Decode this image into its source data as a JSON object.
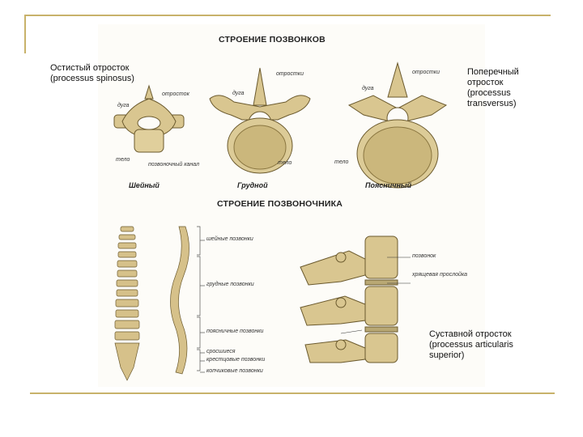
{
  "slide": {
    "label_spinous": "Остистый отросток\n(processus spinosus)",
    "label_transverse": "Поперечный\nотросток\n(processus\ntransversus)",
    "label_articular": "Суставной отросток\n(processus articularis\nsuperior)"
  },
  "illustration": {
    "title_vertebrae": "СТРОЕНИЕ ПОЗВОНКОВ",
    "title_spine": "СТРОЕНИЕ ПОЗВОНОЧНИКА",
    "cervical": {
      "process": "отросток",
      "arch": "дуга",
      "body": "тело",
      "canal": "позвоночный канал",
      "caption": "Шейный"
    },
    "thoracic": {
      "processes": "отростки",
      "arch": "дуга",
      "body": "тело",
      "caption": "Грудной"
    },
    "lumbar": {
      "processes": "отростки",
      "arch": "дуга",
      "body": "тело",
      "caption": "Поясничный"
    },
    "spine_labels": {
      "cervical": "шейные позвонки",
      "thoracic": "грудные позвонки",
      "lumbar": "поясничные позвонки",
      "fused": "сросшиеся",
      "sacral": "крестцовые позвонки",
      "coccygeal": "копчиковые позвонки"
    },
    "segment_labels": {
      "vertebra": "позвонок",
      "disc": "хрящевая прослойка"
    }
  }
}
